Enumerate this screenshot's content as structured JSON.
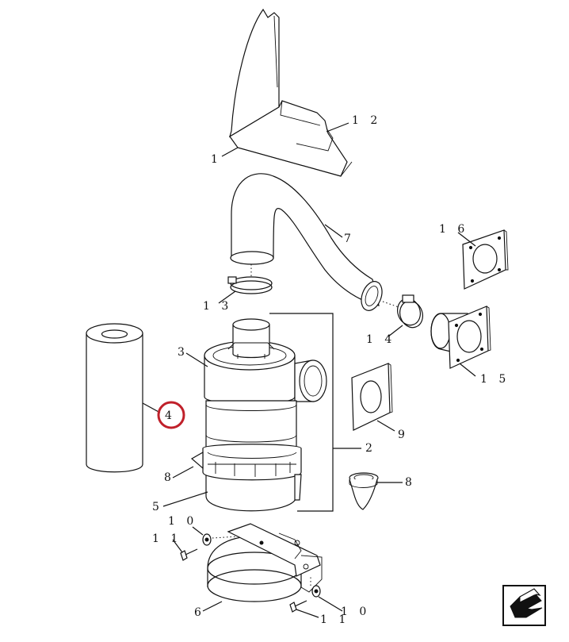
{
  "callouts": {
    "c1": "1",
    "c12": "1 2",
    "c7": "7",
    "c16": "1 6",
    "c13": "1 3",
    "c14": "1 4",
    "c15": "1 5",
    "c3": "3",
    "c4": "4",
    "c9": "9",
    "c2": "2",
    "c8a": "8",
    "c8b": "8",
    "c5": "5",
    "c10a": "1 0",
    "c11a": "1 1",
    "c6": "6",
    "c11b": "1 1",
    "c10b": "1 0"
  },
  "highlight": {
    "callout": "4",
    "color": "#c0202a"
  },
  "icons": {
    "corner_nav": "back-arrow-icon"
  }
}
